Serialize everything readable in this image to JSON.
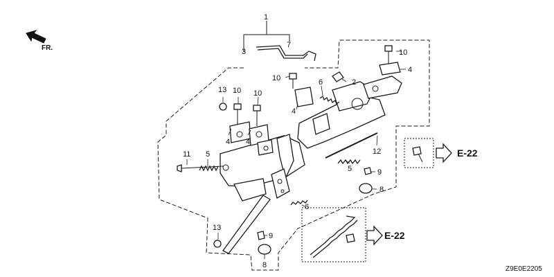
{
  "diagram": {
    "direction_indicator": "FR.",
    "diagram_code": "Z9E0E2205",
    "callouts": [
      {
        "id": "c1",
        "label": "1"
      },
      {
        "id": "c2",
        "label": "2"
      },
      {
        "id": "c3",
        "label": "3"
      },
      {
        "id": "c4a",
        "label": "4"
      },
      {
        "id": "c4b",
        "label": "4"
      },
      {
        "id": "c4c",
        "label": "4"
      },
      {
        "id": "c4d",
        "label": "4"
      },
      {
        "id": "c5a",
        "label": "5"
      },
      {
        "id": "c5b",
        "label": "5"
      },
      {
        "id": "c6a",
        "label": "6"
      },
      {
        "id": "c6b",
        "label": "6"
      },
      {
        "id": "c7",
        "label": "7"
      },
      {
        "id": "c8a",
        "label": "8"
      },
      {
        "id": "c8b",
        "label": "8"
      },
      {
        "id": "c9a",
        "label": "9"
      },
      {
        "id": "c9b",
        "label": "9"
      },
      {
        "id": "c10a",
        "label": "10"
      },
      {
        "id": "c10b",
        "label": "10"
      },
      {
        "id": "c10c",
        "label": "10"
      },
      {
        "id": "c10d",
        "label": "10"
      },
      {
        "id": "c11",
        "label": "11"
      },
      {
        "id": "c12",
        "label": "12"
      },
      {
        "id": "c13a",
        "label": "13"
      },
      {
        "id": "c13b",
        "label": "13"
      }
    ],
    "references": [
      {
        "id": "ref1",
        "label": "E-22"
      },
      {
        "id": "ref2",
        "label": "E-22"
      }
    ]
  }
}
